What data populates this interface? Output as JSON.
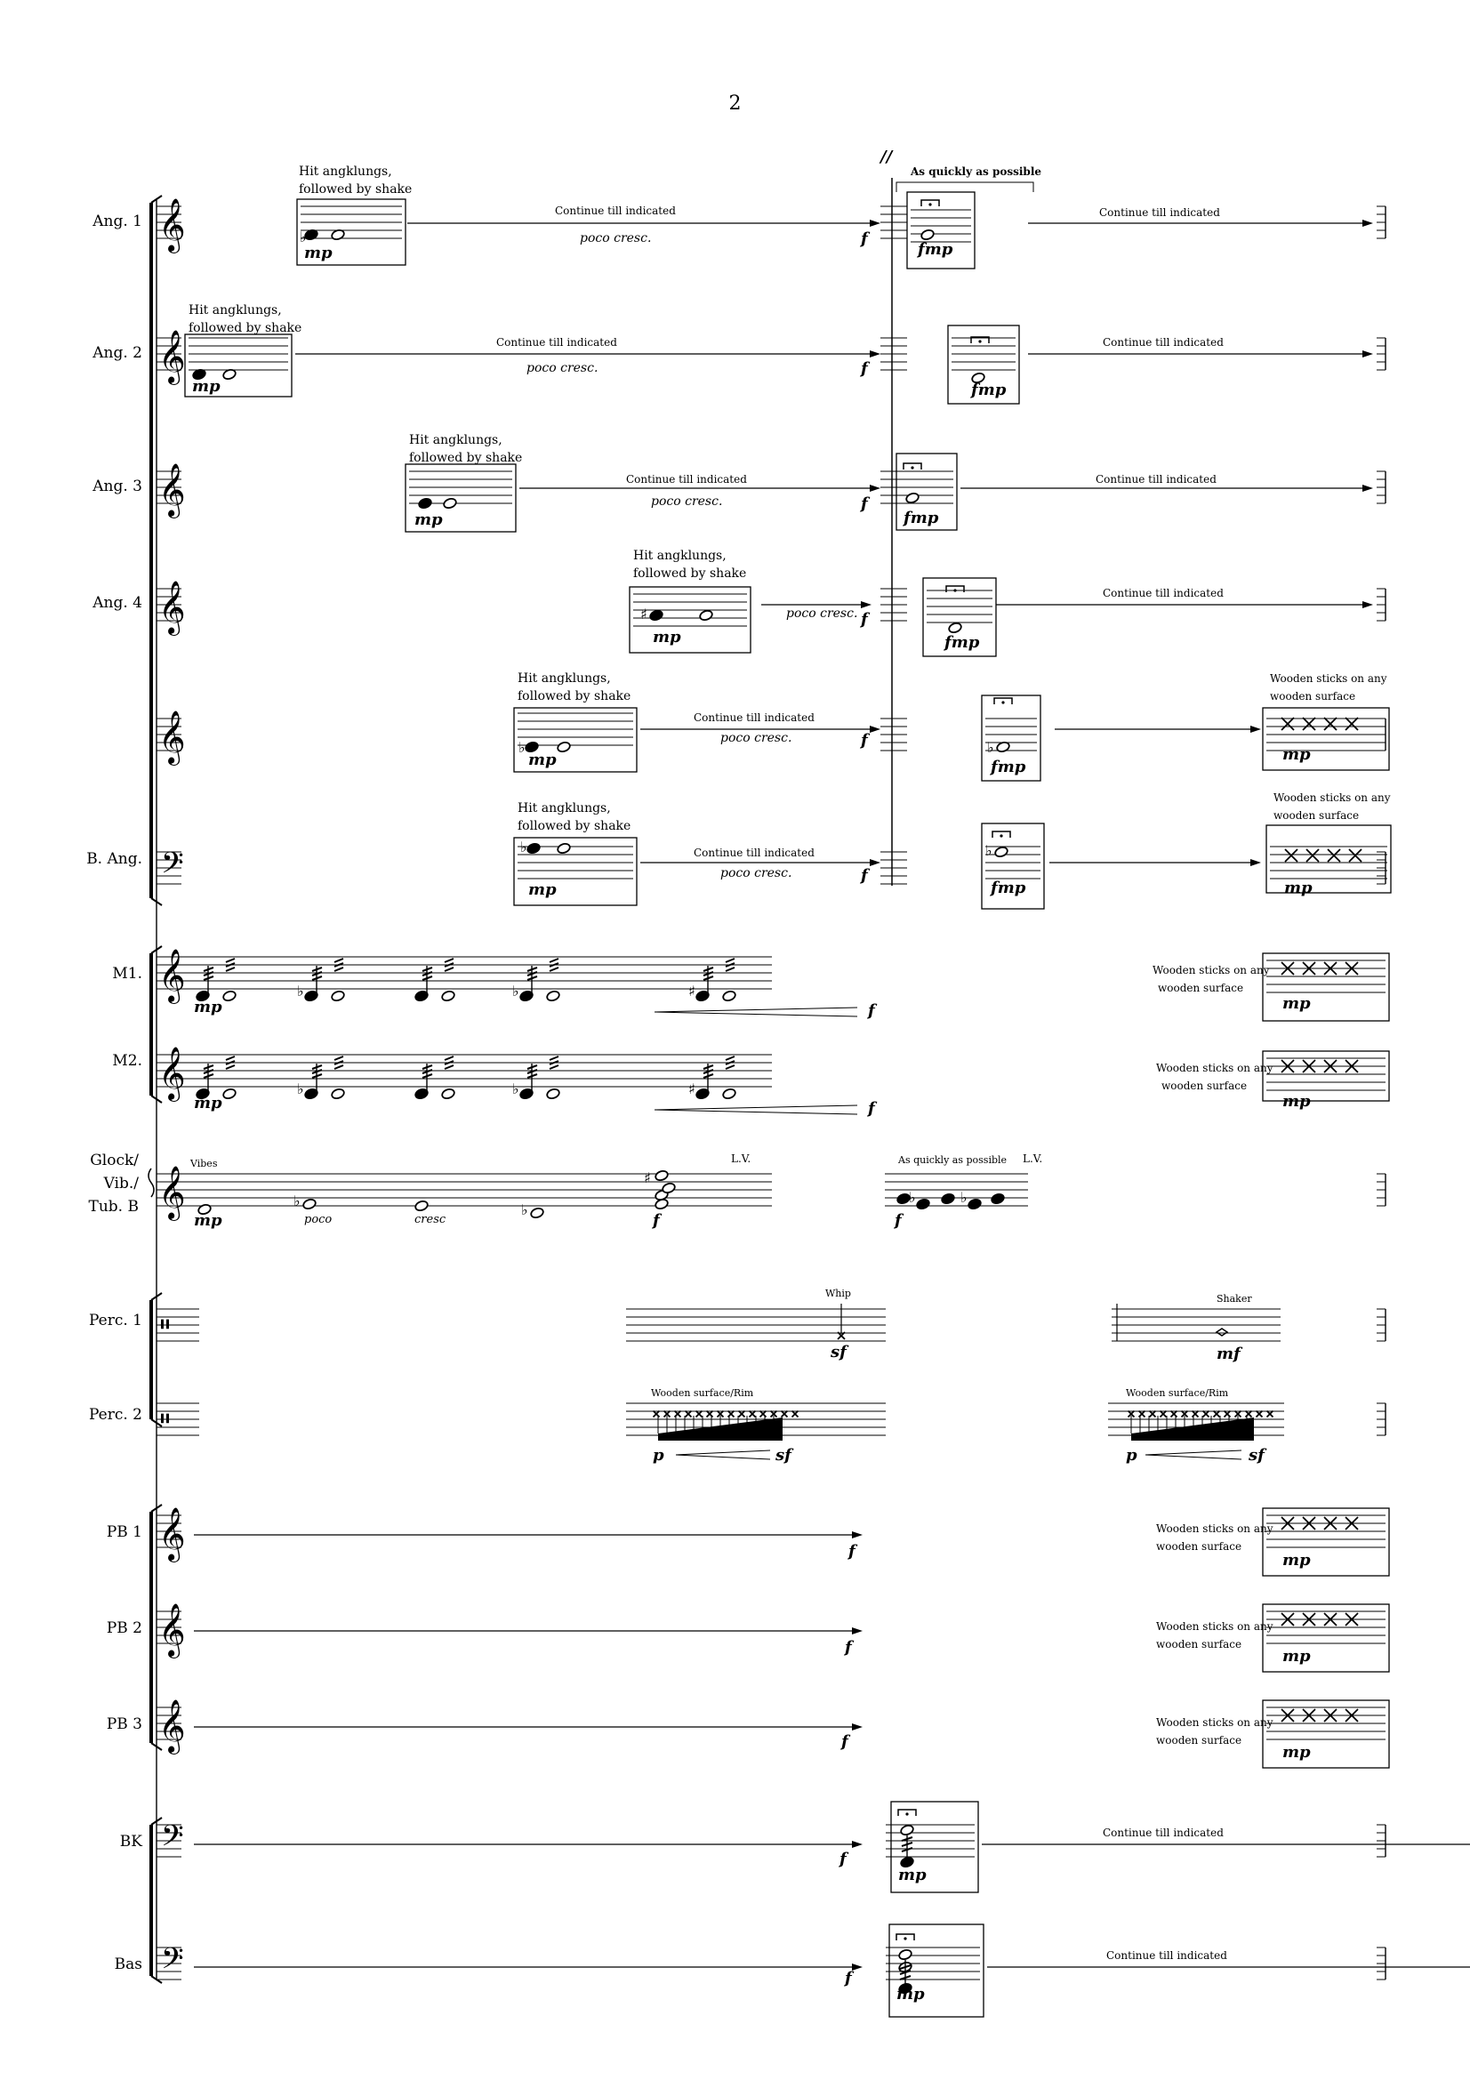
{
  "page_number": "2",
  "instruments": {
    "ang1": "Ang. 1",
    "ang2": "Ang. 2",
    "ang3": "Ang. 3",
    "ang4": "Ang. 4",
    "bang": "B. Ang.",
    "m1": "M1.",
    "m2": "M2.",
    "gvt1": "Glock/",
    "gvt2": "Vib./",
    "gvt3": "Tub. B",
    "perc1": "Perc. 1",
    "perc2": "Perc. 2",
    "pb1": "PB 1",
    "pb2": "PB 2",
    "pb3": "PB 3",
    "bk": "BK",
    "bas": "Bas"
  },
  "text": {
    "hit1": "Hit angklungs,",
    "hit2": "followed by shake",
    "continue": "Continue till indicated",
    "poco_cresc": "poco cresc.",
    "as_quickly_bold": "As quickly as possible",
    "as_quickly": "As quickly as possible",
    "caesura": "//",
    "wooden1": "Wooden sticks on any",
    "wooden2": "wooden surface",
    "vibes": "Vibes",
    "poco": "poco",
    "cresc": "cresc",
    "lv": "L.V.",
    "whip": "Whip",
    "shaker": "Shaker",
    "wooden_rim": "Wooden surface/Rim"
  },
  "dynamics": {
    "mp": "mp",
    "f": "f",
    "fmp": "fmp",
    "sf": "sf",
    "mf": "mf",
    "p": "p"
  }
}
